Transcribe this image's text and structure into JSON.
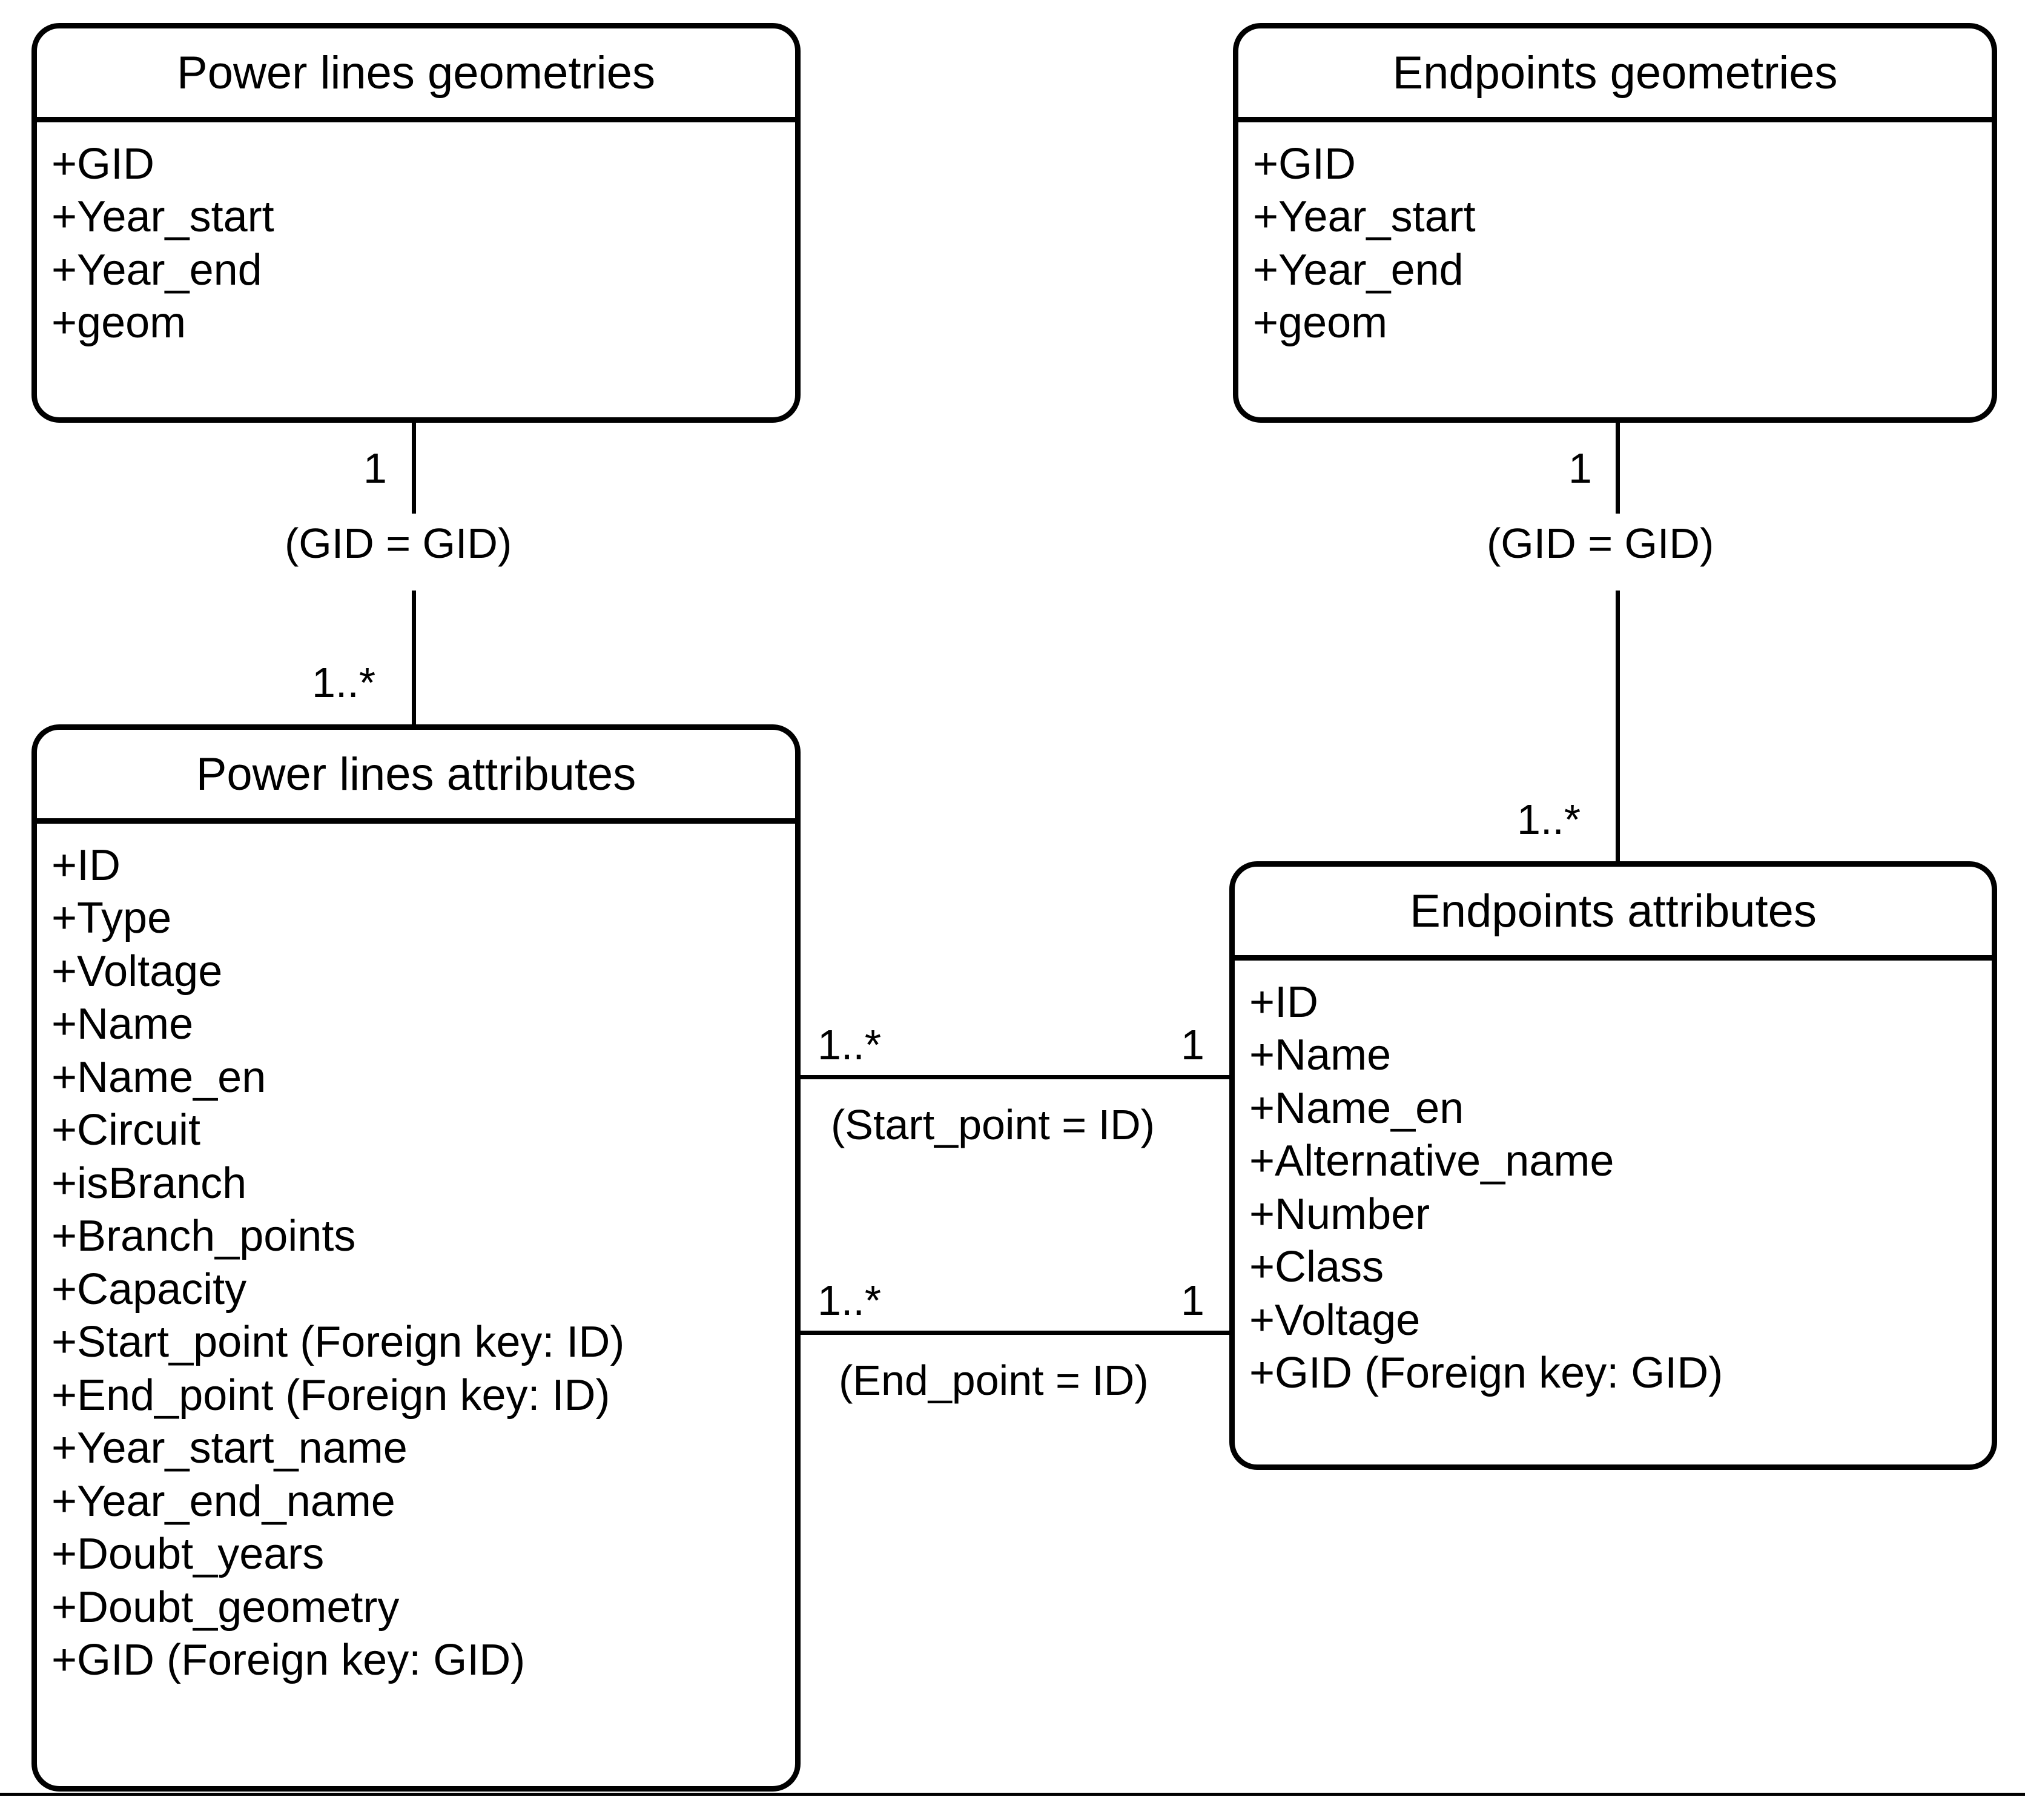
{
  "diagram": {
    "type": "uml-class-diagram",
    "classes": [
      {
        "id": "power-lines-geometries",
        "title": "Power lines geometries",
        "attributes": [
          "+GID",
          "+Year_start",
          "+Year_end",
          "+geom"
        ]
      },
      {
        "id": "endpoints-geometries",
        "title": "Endpoints geometries",
        "attributes": [
          "+GID",
          "+Year_start",
          "+Year_end",
          "+geom"
        ]
      },
      {
        "id": "power-lines-attributes",
        "title": "Power lines attributes",
        "attributes": [
          "+ID",
          "+Type",
          "+Voltage",
          "+Name",
          "+Name_en",
          "+Circuit",
          "+isBranch",
          "+Branch_points",
          "+Capacity",
          "+Start_point (Foreign key: ID)",
          "+End_point (Foreign key: ID)",
          "+Year_start_name",
          "+Year_end_name",
          "+Doubt_years",
          "+Doubt_geometry",
          "+GID (Foreign key: GID)"
        ]
      },
      {
        "id": "endpoints-attributes",
        "title": "Endpoints attributes",
        "attributes": [
          "+ID",
          "+Name",
          "+Name_en",
          "+Alternative_name",
          "+Number",
          "+Class",
          "+Voltage",
          "+GID (Foreign key: GID)"
        ]
      }
    ],
    "associations": [
      {
        "id": "plg-pla",
        "from": "power-lines-geometries",
        "to": "power-lines-attributes",
        "source_multiplicity": "1",
        "target_multiplicity": "1..*",
        "join_label": "(GID = GID)"
      },
      {
        "id": "epg-epa",
        "from": "endpoints-geometries",
        "to": "endpoints-attributes",
        "source_multiplicity": "1",
        "target_multiplicity": "1..*",
        "join_label": "(GID = GID)"
      },
      {
        "id": "pla-epa-start",
        "from": "power-lines-attributes",
        "to": "endpoints-attributes",
        "source_multiplicity": "1..*",
        "target_multiplicity": "1",
        "join_label": "(Start_point = ID)"
      },
      {
        "id": "pla-epa-end",
        "from": "power-lines-attributes",
        "to": "endpoints-attributes",
        "source_multiplicity": "1..*",
        "target_multiplicity": "1",
        "join_label": "(End_point = ID)"
      }
    ],
    "colors": {
      "stroke": "#000000",
      "fill": "#ffffff",
      "text": "#000000"
    }
  }
}
